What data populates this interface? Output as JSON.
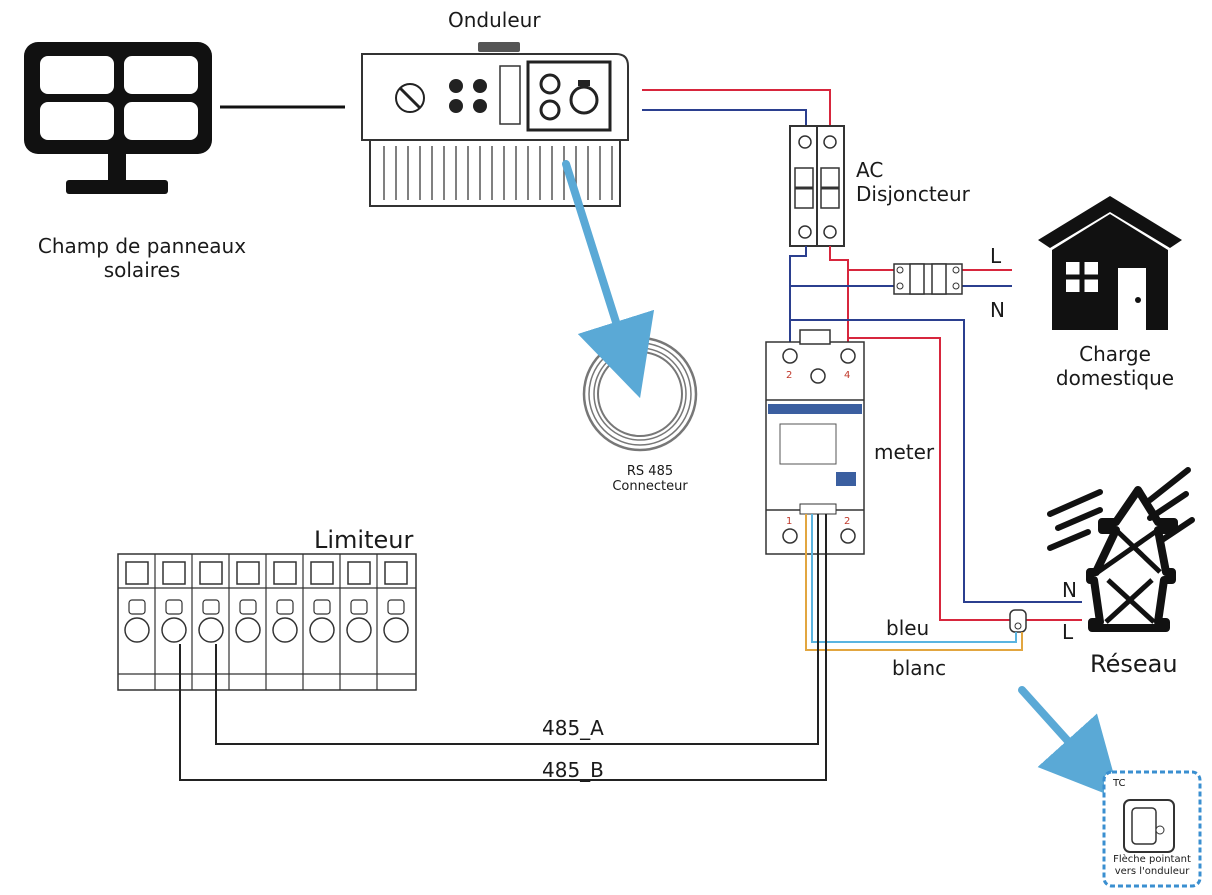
{
  "labels": {
    "inverter": "Onduleur",
    "solar_array": [
      "Champ de panneaux",
      "solaires"
    ],
    "ac_breaker": [
      "AC",
      "Disjoncteur"
    ],
    "load_line": "L",
    "load_neutral": "N",
    "home_load": [
      "Charge",
      "domestique"
    ],
    "meter": "meter",
    "rs485": [
      "RS 485",
      "Connecteur"
    ],
    "limiter": "Limiteur",
    "grid_neutral": "N",
    "grid_line": "L",
    "wire_blue": "bleu",
    "wire_white": "blanc",
    "grid": "Réseau",
    "bus_a": "485_A",
    "bus_b": "485_B",
    "ct_tag": "TC",
    "ct_caption": [
      "Flèche pointant",
      "vers l'onduleur"
    ]
  },
  "meter_terminals": {
    "top_left": "2",
    "top_right": "4",
    "bottom_left": "1",
    "bottom_right": "2"
  },
  "colors": {
    "line": "#d7263d",
    "neutral": "#2b3f8f",
    "rs485_blue": "#5ab4e0",
    "rs485_white": "#e2a640",
    "callout": "#5aa9d6",
    "outline": "#333333",
    "icon": "#111111",
    "ct_frame": "#3a8fd0"
  }
}
